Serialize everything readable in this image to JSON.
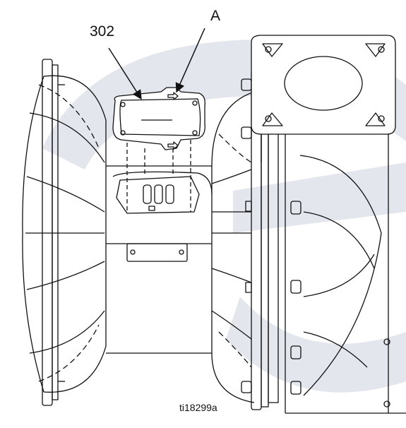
{
  "callouts": {
    "part_302": "302",
    "detail_a": "A"
  },
  "figure_id": "ti18299a",
  "colors": {
    "line": "#111111",
    "watermark": "#dfe2ea"
  }
}
